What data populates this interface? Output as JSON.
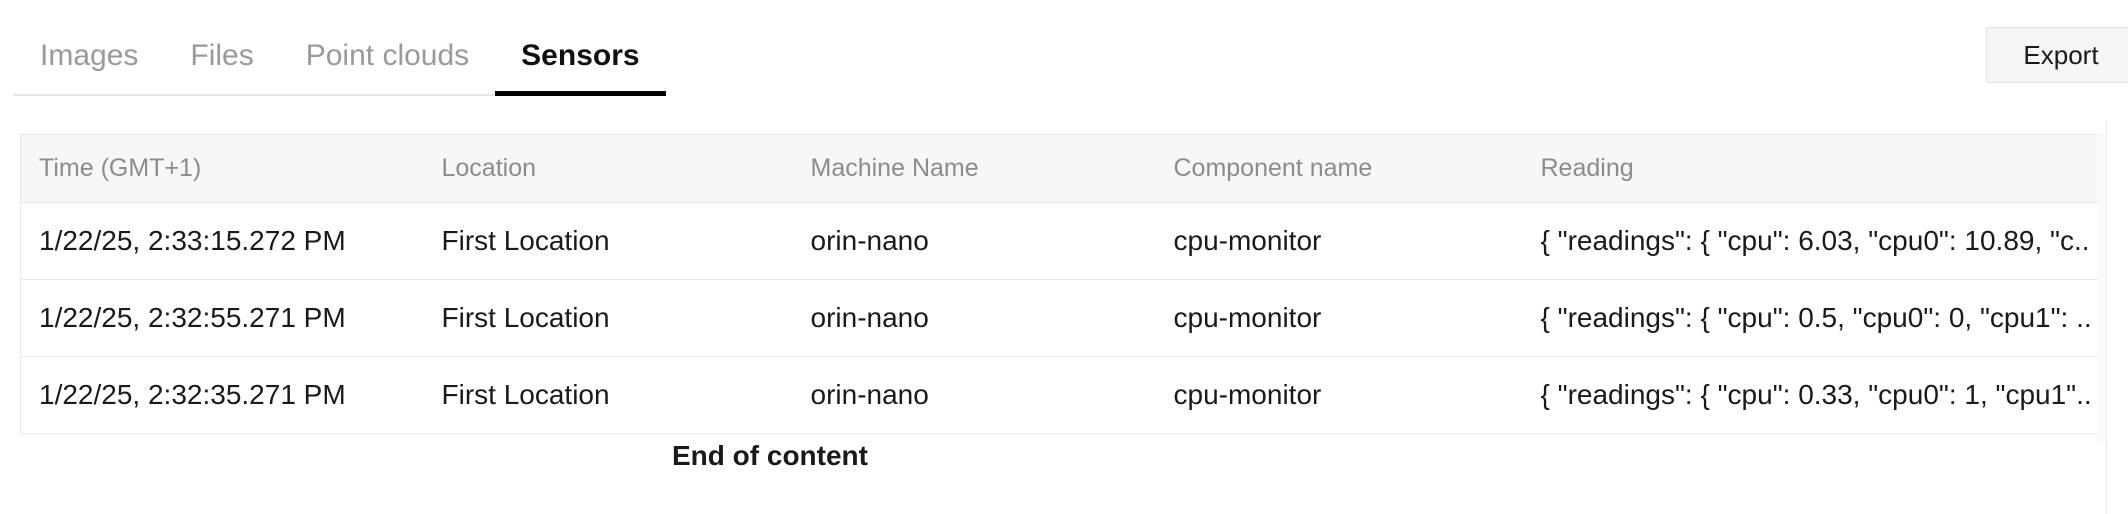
{
  "tabs": [
    {
      "label": "Images",
      "active": false
    },
    {
      "label": "Files",
      "active": false
    },
    {
      "label": "Point clouds",
      "active": false
    },
    {
      "label": "Sensors",
      "active": true
    }
  ],
  "toolbar": {
    "export_label": "Export"
  },
  "table": {
    "columns": [
      "Time (GMT+1)",
      "Location",
      "Machine Name",
      "Component name",
      "Reading"
    ],
    "rows": [
      {
        "time": "1/22/25, 2:33:15.272 PM",
        "location": "First Location",
        "machine": "orin-nano",
        "component": "cpu-monitor",
        "reading": "{ \"readings\": { \"cpu\": 6.03, \"cpu0\": 10.89, \"c.."
      },
      {
        "time": "1/22/25, 2:32:55.271 PM",
        "location": "First Location",
        "machine": "orin-nano",
        "component": "cpu-monitor",
        "reading": "{ \"readings\": { \"cpu\": 0.5, \"cpu0\": 0, \"cpu1\": .."
      },
      {
        "time": "1/22/25, 2:32:35.271 PM",
        "location": "First Location",
        "machine": "orin-nano",
        "component": "cpu-monitor",
        "reading": "{ \"readings\": { \"cpu\": 0.33, \"cpu0\": 1, \"cpu1\".."
      }
    ]
  },
  "footer": {
    "end_of_content": "End of content"
  },
  "colors": {
    "active_tab": "#111111",
    "inactive_tab": "#9a9a9a",
    "header_bg": "#f7f7f7",
    "header_text": "#8c8c8c",
    "cell_text": "#1a1a1a",
    "border": "#e6e6e6"
  }
}
